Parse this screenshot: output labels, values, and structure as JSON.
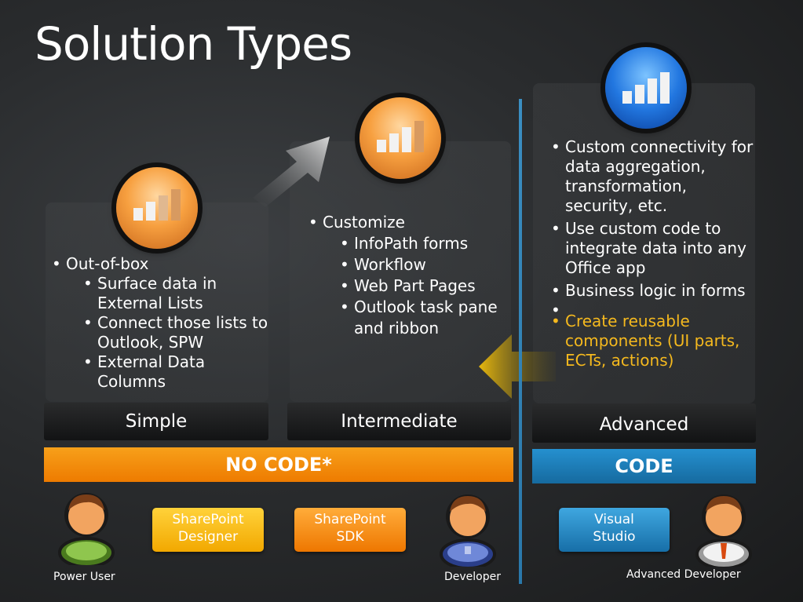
{
  "title": "Solution Types",
  "simple": {
    "bullets": [
      {
        "text": "Out-of-box",
        "sub": [
          "Surface data in External Lists",
          "Connect those lists to Outlook, SPW",
          "External Data Columns"
        ]
      }
    ],
    "level_label": "Simple"
  },
  "intermediate": {
    "bullets": [
      {
        "text": "Customize",
        "sub": [
          "InfoPath forms",
          "Workflow",
          "Web Part Pages",
          "Outlook task pane and ribbon"
        ]
      }
    ],
    "level_label": "Intermediate"
  },
  "advanced": {
    "bullets": [
      "Custom connectivity for data aggregation, transformation, security, etc.",
      "Use custom code to integrate data into any Office app",
      "Business logic in forms"
    ],
    "highlight": "Create reusable components (UI parts, ECTs, actions)",
    "level_label": "Advanced"
  },
  "banners": {
    "no_code": "NO CODE*",
    "code": "CODE"
  },
  "tools": {
    "sharepoint_designer": "SharePoint Designer",
    "sharepoint_sdk": "SharePoint SDK",
    "visual_studio": "Visual Studio"
  },
  "people": {
    "power_user": "Power User",
    "developer": "Developer",
    "advanced_developer": "Advanced Developer"
  },
  "colors": {
    "orange": "#f28a00",
    "blue": "#1b7ab5",
    "highlight": "#f5b91e",
    "yellow_button": "#f6b400"
  }
}
